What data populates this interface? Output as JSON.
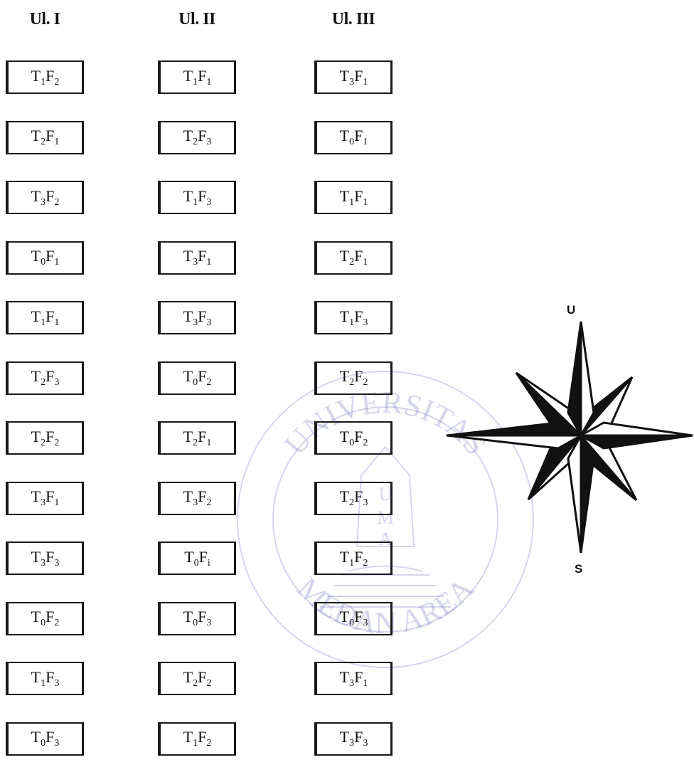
{
  "watermark": {
    "top_text": "UNIVERSITAS",
    "bottom_text": "MEDAN AREA",
    "emblem_letters": [
      "U",
      "M",
      "A"
    ]
  },
  "columns": [
    {
      "label": "Ul. I",
      "plots": [
        {
          "t": "1",
          "f": "2"
        },
        {
          "t": "2",
          "f": "1"
        },
        {
          "t": "3",
          "f": "2"
        },
        {
          "t": "0",
          "f": "1"
        },
        {
          "t": "1",
          "f": "1"
        },
        {
          "t": "2",
          "f": "3"
        },
        {
          "t": "2",
          "f": "2"
        },
        {
          "t": "3",
          "f": "1"
        },
        {
          "t": "3",
          "f": "3"
        },
        {
          "t": "0",
          "f": "2"
        },
        {
          "t": "1",
          "f": "3"
        },
        {
          "t": "0",
          "f": "3"
        }
      ]
    },
    {
      "label": "Ul. II",
      "plots": [
        {
          "t": "1",
          "f": "1"
        },
        {
          "t": "2",
          "f": "3"
        },
        {
          "t": "1",
          "f": "3"
        },
        {
          "t": "3",
          "f": "1"
        },
        {
          "t": "3",
          "f": "3"
        },
        {
          "t": "0",
          "f": "2"
        },
        {
          "t": "2",
          "f": "1"
        },
        {
          "t": "3",
          "f": "2"
        },
        {
          "t": "0",
          "f": "i"
        },
        {
          "t": "0",
          "f": "3"
        },
        {
          "t": "2",
          "f": "2"
        },
        {
          "t": "1",
          "f": "2"
        }
      ]
    },
    {
      "label": "Ul. III",
      "plots": [
        {
          "t": "3",
          "f": "1"
        },
        {
          "t": "0",
          "f": "1"
        },
        {
          "t": "1",
          "f": "1"
        },
        {
          "t": "2",
          "f": "1"
        },
        {
          "t": "1",
          "f": "3"
        },
        {
          "t": "2",
          "f": "2"
        },
        {
          "t": "0",
          "f": "2"
        },
        {
          "t": "2",
          "f": "3"
        },
        {
          "t": "1",
          "f": "2"
        },
        {
          "t": "0",
          "f": "3"
        },
        {
          "t": "3",
          "f": "1"
        },
        {
          "t": "3",
          "f": "3"
        }
      ]
    }
  ],
  "compass": {
    "north_label": "U",
    "south_label": "S"
  }
}
